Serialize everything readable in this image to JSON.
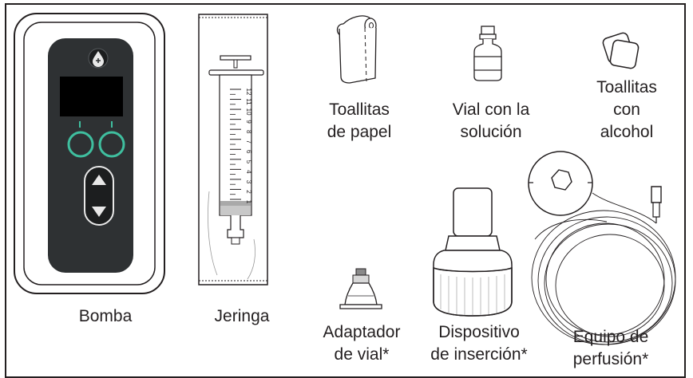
{
  "labels": {
    "pump": "Bomba",
    "syringe": "Jeringa",
    "paper_towels_1": "Toallitas",
    "paper_towels_2": "de papel",
    "vial_1": "Vial con la",
    "vial_2": "solución",
    "alcohol_1": "Toallitas",
    "alcohol_2": "con",
    "alcohol_3": "alcohol",
    "adapter_1": "Adaptador",
    "adapter_2": "de vial*",
    "inserter_1": "Dispositivo",
    "inserter_2": "de inserción*",
    "infusion_1": "Equipo de",
    "infusion_2": "perfusión*"
  },
  "syringe_scale": [
    "12",
    "11",
    "10",
    "9",
    "8",
    "7",
    "6",
    "5",
    "4",
    "3",
    "2",
    "1"
  ],
  "colors": {
    "outline": "#231f20",
    "pump_body": "#2e3133",
    "pump_screen": "#000000",
    "pump_buttons": "#3fbf9f",
    "syringe_fill": "#c8c8c8"
  },
  "icons": [
    "pump-icon",
    "syringe-icon",
    "paper-towel-roll-icon",
    "vial-icon",
    "alcohol-wipes-icon",
    "vial-adapter-icon",
    "inserter-device-icon",
    "infusion-set-icon"
  ]
}
